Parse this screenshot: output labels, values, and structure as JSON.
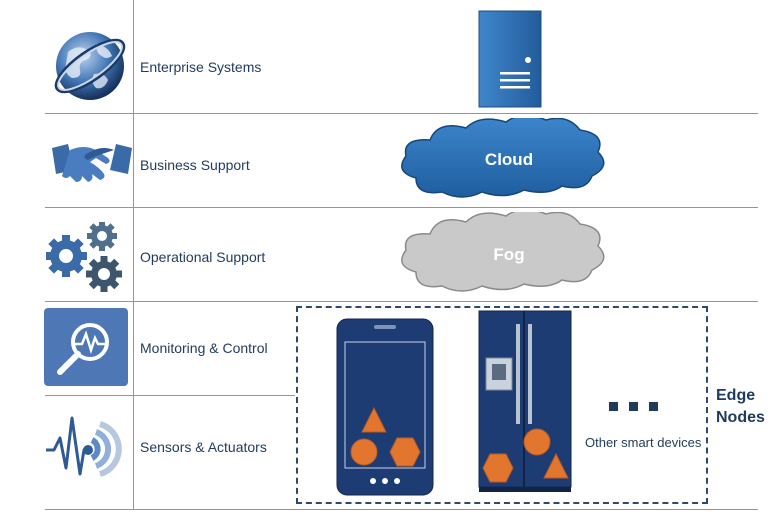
{
  "layers": [
    {
      "label": "Enterprise Systems",
      "icon": "globe-icon"
    },
    {
      "label": "Business Support",
      "icon": "handshake-icon"
    },
    {
      "label": "Operational Support",
      "icon": "gears-icon"
    },
    {
      "label": "Monitoring & Control",
      "icon": "monitoring-chart-icon"
    },
    {
      "label": "Sensors & Actuators",
      "icon": "sensor-wave-icon"
    }
  ],
  "nodes": {
    "server_icon": "server-icon",
    "cloud_label": "Cloud",
    "fog_label": "Fog",
    "edge_label_line1": "Edge",
    "edge_label_line2": "Nodes",
    "other_devices_label": "Other smart devices",
    "phone_icon": "smartphone-icon",
    "fridge_icon": "smart-fridge-icon",
    "ellipsis_icon": "ellipsis-icon"
  },
  "colors": {
    "line": "#7f9ab8",
    "dark_blue": "#1f3b5c",
    "cloud_blue": "#2f6fae",
    "fog_gray": "#c8c8c8",
    "device_blue": "#1f3f7a",
    "shape_orange": "#e3762f",
    "server_blue": "#2f6fae"
  }
}
